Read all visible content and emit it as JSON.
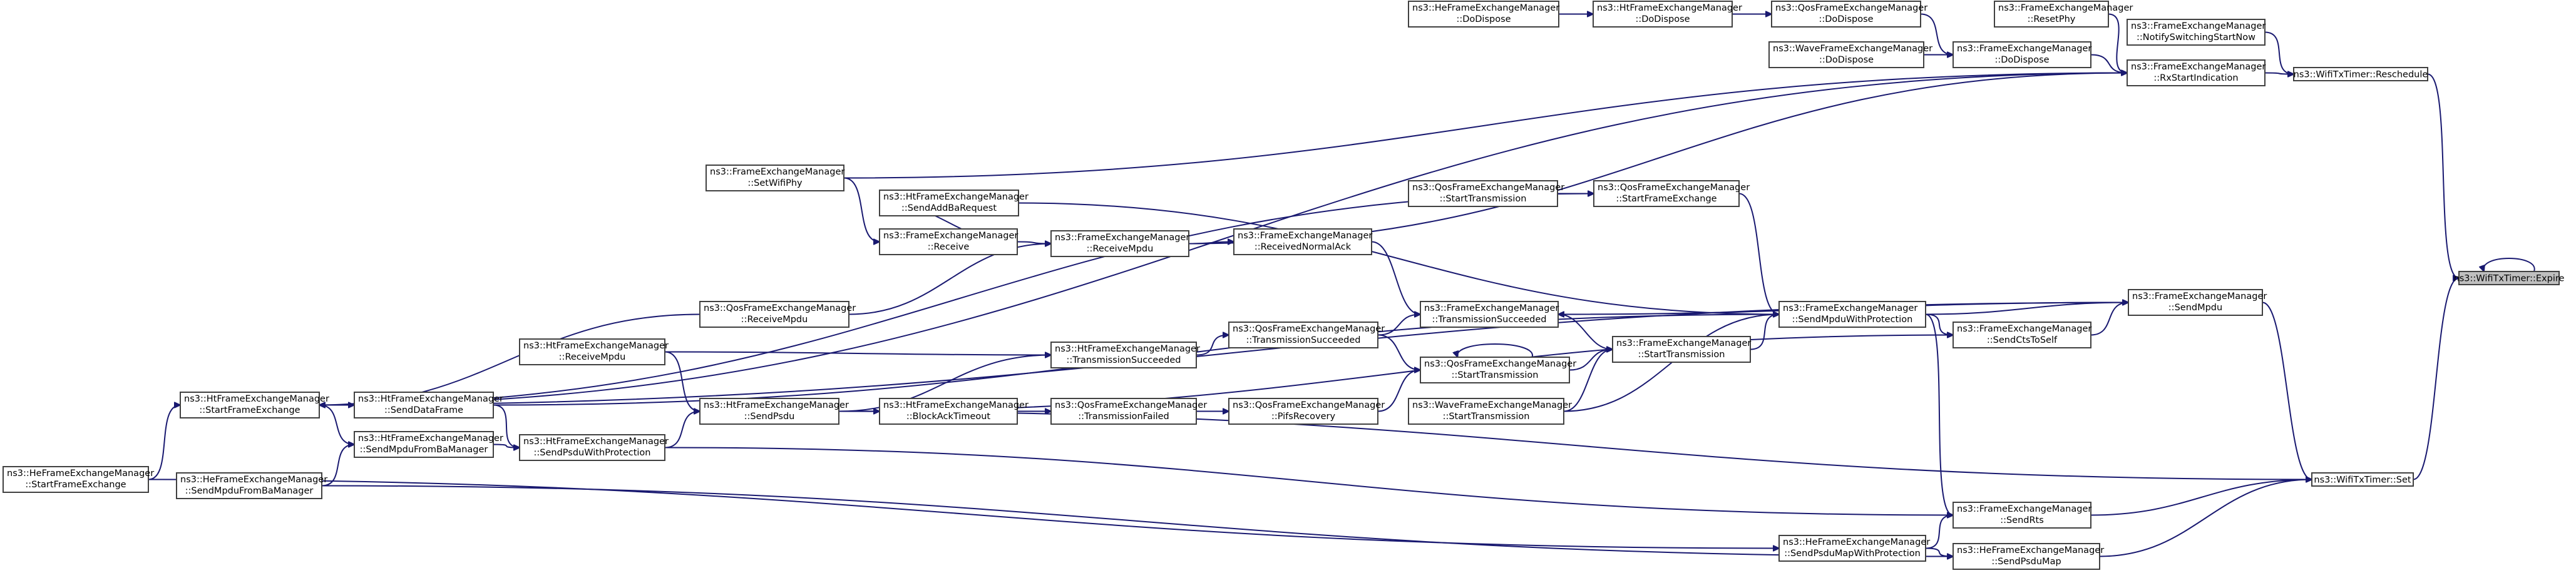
{
  "graph": {
    "root": "n0",
    "colors": {
      "edge": "#191970",
      "node_border": "#404040",
      "root_fill": "#bfbfbf",
      "node_fill": "#ffffff"
    },
    "nodes": [
      {
        "id": "n0",
        "lines": [
          "ns3::WifiTxTimer::Expire"
        ],
        "root": true
      },
      {
        "id": "n1",
        "lines": [
          "ns3::WifiTxTimer::Reschedule"
        ]
      },
      {
        "id": "n2",
        "lines": [
          "ns3::FrameExchangeManager",
          "::NotifySwitchingStartNow"
        ]
      },
      {
        "id": "n3",
        "lines": [
          "ns3::FrameExchangeManager",
          "::RxStartIndication"
        ]
      },
      {
        "id": "n4",
        "lines": [
          "ns3::FrameExchangeManager",
          "::ResetPhy"
        ]
      },
      {
        "id": "n5",
        "lines": [
          "ns3::FrameExchangeManager",
          "::DoDispose"
        ]
      },
      {
        "id": "n6",
        "lines": [
          "ns3::QosFrameExchangeManager",
          "::DoDispose"
        ]
      },
      {
        "id": "n7",
        "lines": [
          "ns3::HtFrameExchangeManager",
          "::DoDispose"
        ]
      },
      {
        "id": "n8",
        "lines": [
          "ns3::HeFrameExchangeManager",
          "::DoDispose"
        ]
      },
      {
        "id": "n9",
        "lines": [
          "ns3::WaveFrameExchangeManager",
          "::DoDispose"
        ]
      },
      {
        "id": "n10",
        "lines": [
          "ns3::FrameExchangeManager",
          "::SetWifiPhy"
        ]
      },
      {
        "id": "n11",
        "lines": [
          "ns3::HtFrameExchangeManager",
          "::StartFrameExchange"
        ]
      },
      {
        "id": "n12",
        "lines": [
          "ns3::HeFrameExchangeManager",
          "::StartFrameExchange"
        ]
      },
      {
        "id": "n13",
        "lines": [
          "ns3::QosFrameExchangeManager",
          "::StartFrameExchange"
        ]
      },
      {
        "id": "n14",
        "lines": [
          "ns3::QosFrameExchangeManager",
          "::StartTransmission"
        ]
      },
      {
        "id": "n15",
        "lines": [
          "ns3::HtFrameExchangeManager",
          "::SendAddBaRequest"
        ]
      },
      {
        "id": "n16",
        "lines": [
          "ns3::FrameExchangeManager",
          "::Receive"
        ]
      },
      {
        "id": "n17",
        "lines": [
          "ns3::FrameExchangeManager",
          "::ReceiveMpdu"
        ]
      },
      {
        "id": "n18",
        "lines": [
          "ns3::FrameExchangeManager",
          "::ReceivedNormalAck"
        ]
      },
      {
        "id": "n19",
        "lines": [
          "ns3::QosFrameExchangeManager",
          "::ReceiveMpdu"
        ]
      },
      {
        "id": "n20",
        "lines": [
          "ns3::HtFrameExchangeManager",
          "::ReceiveMpdu"
        ]
      },
      {
        "id": "n21",
        "lines": [
          "ns3::FrameExchangeManager",
          "::TransmissionSucceeded"
        ]
      },
      {
        "id": "n22",
        "lines": [
          "ns3::QosFrameExchangeManager",
          "::TransmissionSucceeded"
        ]
      },
      {
        "id": "n23",
        "lines": [
          "ns3::HtFrameExchangeManager",
          "::TransmissionSucceeded"
        ]
      },
      {
        "id": "n24",
        "lines": [
          "ns3::QosFrameExchangeManager",
          "::StartTransmission"
        ]
      },
      {
        "id": "n25",
        "lines": [
          "ns3::FrameExchangeManager",
          "::StartTransmission"
        ]
      },
      {
        "id": "n26",
        "lines": [
          "ns3::WaveFrameExchangeManager",
          "::StartTransmission"
        ]
      },
      {
        "id": "n27",
        "lines": [
          "ns3::FrameExchangeManager",
          "::SendMpduWithProtection"
        ]
      },
      {
        "id": "n28",
        "lines": [
          "ns3::FrameExchangeManager",
          "::SendMpdu"
        ]
      },
      {
        "id": "n29",
        "lines": [
          "ns3::FrameExchangeManager",
          "::SendCtsToSelf"
        ]
      },
      {
        "id": "n30",
        "lines": [
          "ns3::HtFrameExchangeManager",
          "::SendDataFrame"
        ]
      },
      {
        "id": "n31",
        "lines": [
          "ns3::HtFrameExchangeManager",
          "::SendMpduFromBaManager"
        ]
      },
      {
        "id": "n32",
        "lines": [
          "ns3::HeFrameExchangeManager",
          "::SendMpduFromBaManager"
        ]
      },
      {
        "id": "n33",
        "lines": [
          "ns3::HtFrameExchangeManager",
          "::SendPsduWithProtection"
        ]
      },
      {
        "id": "n34",
        "lines": [
          "ns3::HtFrameExchangeManager",
          "::SendPsdu"
        ]
      },
      {
        "id": "n35",
        "lines": [
          "ns3::HtFrameExchangeManager",
          "::BlockAckTimeout"
        ]
      },
      {
        "id": "n36",
        "lines": [
          "ns3::QosFrameExchangeManager",
          "::TransmissionFailed"
        ]
      },
      {
        "id": "n37",
        "lines": [
          "ns3::QosFrameExchangeManager",
          "::PifsRecovery"
        ]
      },
      {
        "id": "n38",
        "lines": [
          "ns3::WifiTxTimer::Set"
        ]
      },
      {
        "id": "n39",
        "lines": [
          "ns3::FrameExchangeManager",
          "::SendRts"
        ]
      },
      {
        "id": "n40",
        "lines": [
          "ns3::HeFrameExchangeManager",
          "::SendPsduMapWithProtection"
        ]
      },
      {
        "id": "n41",
        "lines": [
          "ns3::HeFrameExchangeManager",
          "::SendPsduMap"
        ]
      }
    ],
    "edges": [
      [
        "n0",
        "n0"
      ],
      [
        "n1",
        "n0"
      ],
      [
        "n38",
        "n0"
      ],
      [
        "n2",
        "n1"
      ],
      [
        "n3",
        "n1"
      ],
      [
        "n4",
        "n3"
      ],
      [
        "n5",
        "n3"
      ],
      [
        "n10",
        "n3"
      ],
      [
        "n11",
        "n3"
      ],
      [
        "n6",
        "n5"
      ],
      [
        "n9",
        "n5"
      ],
      [
        "n7",
        "n6"
      ],
      [
        "n8",
        "n7"
      ],
      [
        "n10",
        "n16"
      ],
      [
        "n15",
        "n16"
      ],
      [
        "n16",
        "n17"
      ],
      [
        "n17",
        "n18"
      ],
      [
        "n17",
        "n3"
      ],
      [
        "n19",
        "n17"
      ],
      [
        "n11",
        "n13"
      ],
      [
        "n14",
        "n13"
      ],
      [
        "n13",
        "n27"
      ],
      [
        "n15",
        "n27"
      ],
      [
        "n18",
        "n21"
      ],
      [
        "n21",
        "n25"
      ],
      [
        "n25",
        "n27"
      ],
      [
        "n26",
        "n25"
      ],
      [
        "n24",
        "n25"
      ],
      [
        "n22",
        "n21"
      ],
      [
        "n22",
        "n24"
      ],
      [
        "n24",
        "n24"
      ],
      [
        "n37",
        "n24"
      ],
      [
        "n26",
        "n27"
      ],
      [
        "n23",
        "n22"
      ],
      [
        "n20",
        "n23"
      ],
      [
        "n34",
        "n23"
      ],
      [
        "n35",
        "n36"
      ],
      [
        "n36",
        "n37"
      ],
      [
        "n27",
        "n28"
      ],
      [
        "n27",
        "n29"
      ],
      [
        "n28",
        "n21"
      ],
      [
        "n28",
        "n11"
      ],
      [
        "n29",
        "n28"
      ],
      [
        "n34",
        "n29"
      ],
      [
        "n28",
        "n38"
      ],
      [
        "n27",
        "n39"
      ],
      [
        "n12",
        "n11"
      ],
      [
        "n11",
        "n30"
      ],
      [
        "n11",
        "n31"
      ],
      [
        "n30",
        "n33"
      ],
      [
        "n31",
        "n33"
      ],
      [
        "n30",
        "n27"
      ],
      [
        "n32",
        "n31"
      ],
      [
        "n33",
        "n34"
      ],
      [
        "n20",
        "n34"
      ],
      [
        "n19",
        "n11"
      ],
      [
        "n34",
        "n35"
      ],
      [
        "n33",
        "n39"
      ],
      [
        "n34",
        "n38"
      ],
      [
        "n39",
        "n38"
      ],
      [
        "n41",
        "n38"
      ],
      [
        "n40",
        "n39"
      ],
      [
        "n40",
        "n41"
      ],
      [
        "n12",
        "n40"
      ],
      [
        "n32",
        "n41"
      ]
    ]
  }
}
